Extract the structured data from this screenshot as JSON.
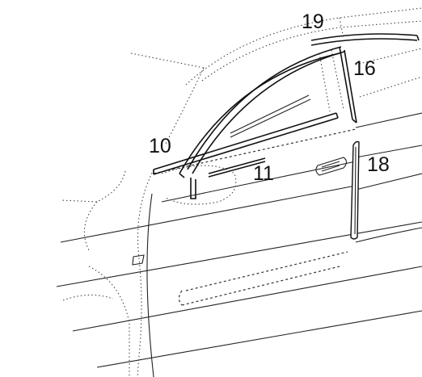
{
  "callouts": {
    "c10": "10",
    "c11": "11",
    "c16": "16",
    "c18": "18",
    "c19": "19"
  }
}
